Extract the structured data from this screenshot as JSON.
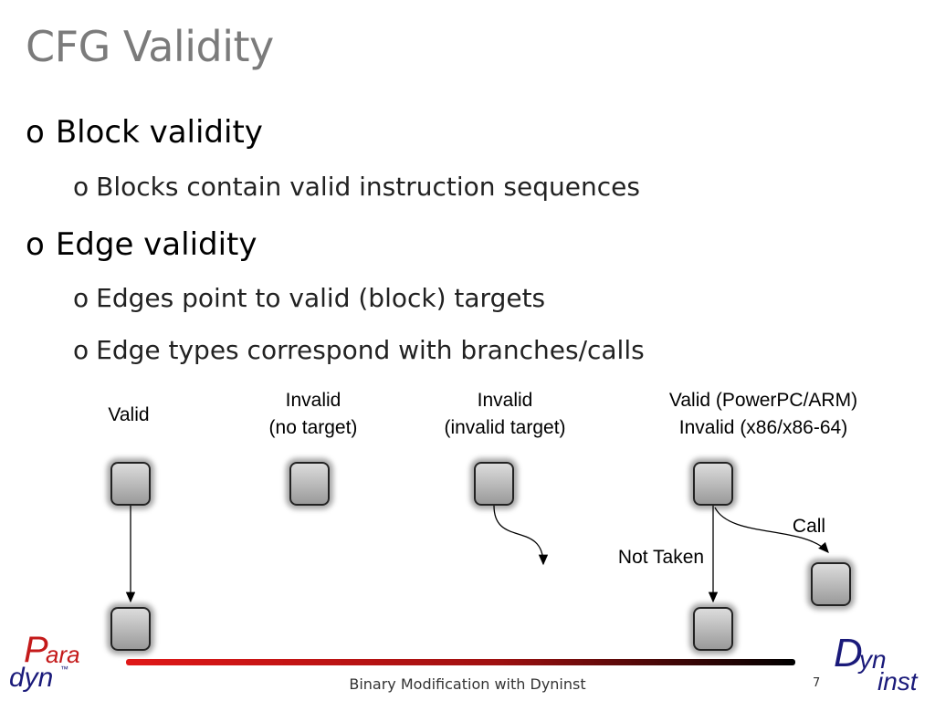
{
  "slide": {
    "title": "CFG Validity",
    "bullets": [
      {
        "level": 1,
        "marker": "o",
        "text": "Block validity"
      },
      {
        "level": 2,
        "marker": "o",
        "text": "Blocks contain valid instruction sequences"
      },
      {
        "level": 1,
        "marker": "o",
        "text": "Edge validity"
      },
      {
        "level": 2,
        "marker": "o",
        "text": "Edges point to valid (block) targets"
      },
      {
        "level": 2,
        "marker": "o",
        "text": "Edge types correspond with branches/calls"
      }
    ]
  },
  "diagram": {
    "col1": {
      "line1": "Valid"
    },
    "col2": {
      "line1": "Invalid",
      "line2": "(no target)"
    },
    "col3": {
      "line1": "Invalid",
      "line2": "(invalid target)"
    },
    "col4": {
      "line1": "Valid (PowerPC/ARM)",
      "line2": "Invalid (x86/x86-64)"
    },
    "edge_labels": {
      "call": "Call",
      "not_taken": "Not Taken"
    }
  },
  "footer": {
    "text": "Binary Modification with Dyninst",
    "page": "7"
  },
  "logos": {
    "left": {
      "big": "P",
      "small1": "ara",
      "small2": "dyn",
      "tm": "™"
    },
    "right": {
      "big": "D",
      "small1": "yn",
      "small2": "inst"
    }
  },
  "colors": {
    "accent": "#d42020",
    "title": "#7b7b7b"
  }
}
